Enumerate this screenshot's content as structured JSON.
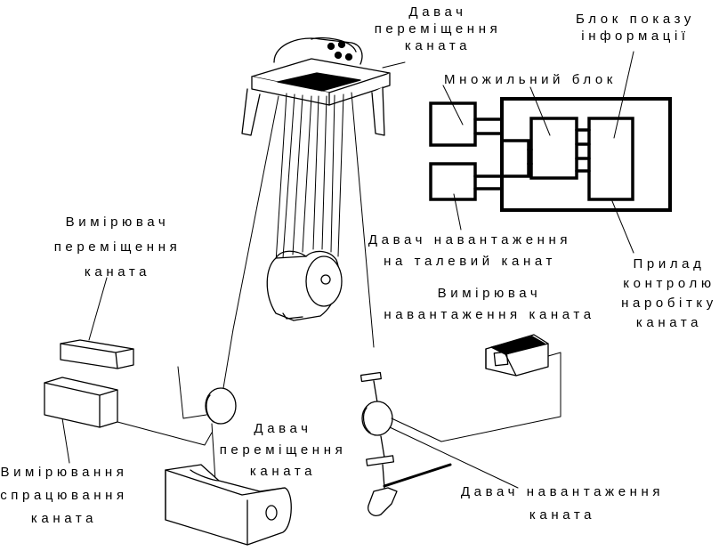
{
  "labels": {
    "rope_displacement_sensor_top": {
      "line1": "Давач",
      "line2": "переміщення",
      "line3": "каната"
    },
    "info_display_unit": {
      "line1": "Блок показу",
      "line2": "інформації"
    },
    "multiplier_unit": {
      "line1": "Множильний блок"
    },
    "rope_displacement_meter": {
      "line1": "Вимірювач",
      "line2": "переміщення",
      "line3": "каната"
    },
    "tail_rope_load_sensor": {
      "line1": "Давач навантаження",
      "line2": "на талевий канат"
    },
    "rope_wear_control_device": {
      "line1": "Прилад",
      "line2": "контролю",
      "line3": "наробітку",
      "line4": "каната"
    },
    "rope_load_meter": {
      "line1": "Вимірювач",
      "line2": "навантаження каната"
    },
    "rope_displacement_sensor_bottom": {
      "line1": "Давач",
      "line2": "переміщення",
      "line3": "каната"
    },
    "rope_wear_measurement": {
      "line1": "Вимірювання",
      "line2": "спрацювання",
      "line3": "каната"
    },
    "rope_load_sensor": {
      "line1": "Давач навантаження",
      "line2": "каната"
    }
  },
  "colors": {
    "ink": "#000000",
    "paper": "#ffffff"
  }
}
